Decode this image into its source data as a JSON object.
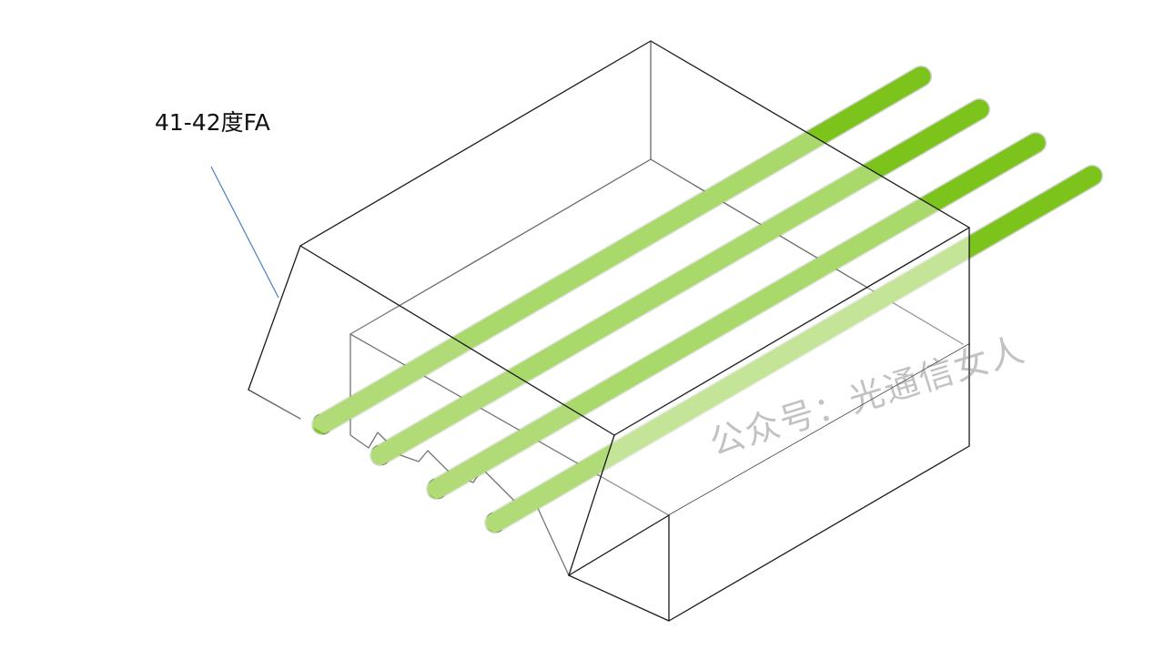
{
  "label": {
    "text": "41-42度FA"
  },
  "watermark": {
    "text": "公众号：光通信女人"
  },
  "fibers": {
    "count": 4,
    "color": "#7cc31c"
  }
}
